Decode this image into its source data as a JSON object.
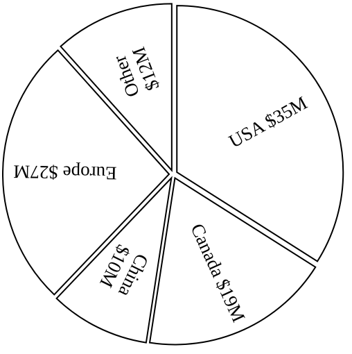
{
  "chart_data": {
    "type": "pie",
    "title": "",
    "slices": [
      {
        "category": "USA",
        "value_label": "$35M",
        "value": 35
      },
      {
        "category": "Canada",
        "value_label": "$19M",
        "value": 19
      },
      {
        "category": "China",
        "value_label": "$10M",
        "value": 10
      },
      {
        "category": "Europe",
        "value_label": "$27M",
        "value": 27
      },
      {
        "category": "Other",
        "value_label": "$12M",
        "value": 12
      }
    ],
    "exploded": true,
    "labels_inside": true,
    "colors": {
      "fill": "#ffffff",
      "stroke": "#000000"
    }
  }
}
